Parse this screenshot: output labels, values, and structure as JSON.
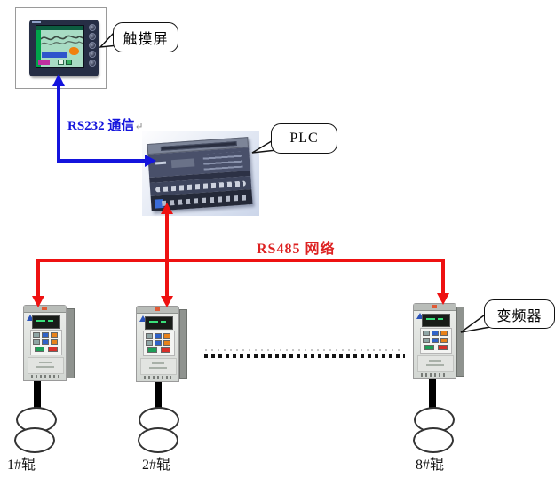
{
  "diagram": {
    "callouts": {
      "touchscreen": "触摸屏",
      "plc": "PLC",
      "inverter": "变频器"
    },
    "connections": {
      "rs232_label": "RS232 通信",
      "rs232_return_mark": "↵",
      "rs485_label": "RS485 网络"
    },
    "rollers": [
      "1#辊",
      "2#辊",
      "8#辊"
    ],
    "colors": {
      "rs232_blue": "#1414dd",
      "rs485_red": "#ee1111",
      "rs485_text_red": "#dd2222"
    }
  }
}
